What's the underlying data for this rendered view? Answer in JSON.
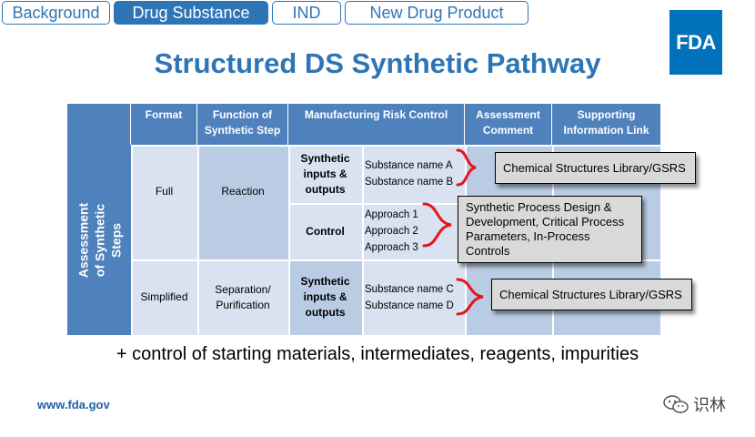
{
  "nav": {
    "tabs": [
      {
        "label": "Background",
        "active": false
      },
      {
        "label": "Drug Substance",
        "active": true
      },
      {
        "label": "IND",
        "active": false
      },
      {
        "label": "New Drug Product",
        "active": false
      }
    ]
  },
  "logo": {
    "text": "FDA"
  },
  "title": "Structured DS Synthetic Pathway",
  "table": {
    "headers": {
      "format": "Format",
      "function": "Function of Synthetic Step",
      "risk_control": "Manufacturing Risk Control",
      "assessment": "Assessment Comment",
      "supporting": "Supporting Information Link"
    },
    "side_label": "Assessment of Synthetic Steps",
    "rows": {
      "full": {
        "format": "Full",
        "function": "Reaction",
        "inputs_label": "Synthetic inputs & outputs",
        "inputs_a": "Substance name A",
        "inputs_b": "Substance name B",
        "control_label": "Control",
        "approach_1": "Approach 1",
        "approach_2": "Approach 2",
        "approach_3": "Approach 3"
      },
      "simplified": {
        "format": "Simplified",
        "function": "Separation/ Purification",
        "inputs_label": "Synthetic inputs & outputs",
        "inputs_c": "Substance name C",
        "inputs_d": "Substance name D"
      }
    }
  },
  "callouts": {
    "top": "Chemical Structures Library/GSRS",
    "middle": "Synthetic Process Design & Development, Critical Process Parameters, In-Process Controls",
    "bottom": "Chemical Structures Library/GSRS"
  },
  "bottom_text": "+ control of starting materials, intermediates, reagents, impurities",
  "footer": {
    "url": "www.fda.gov",
    "watermark": "识林"
  },
  "colors": {
    "accent": "#2e75b6",
    "header_fill": "#4f81bd",
    "light_fill": "#d9e2f1",
    "mid_fill": "#b9cce4",
    "bracket_red": "#e8131b",
    "callout_fill": "#d9d9d9"
  },
  "icons": {
    "bracket": "red-curly-brace",
    "wechat": "wechat-icon"
  }
}
